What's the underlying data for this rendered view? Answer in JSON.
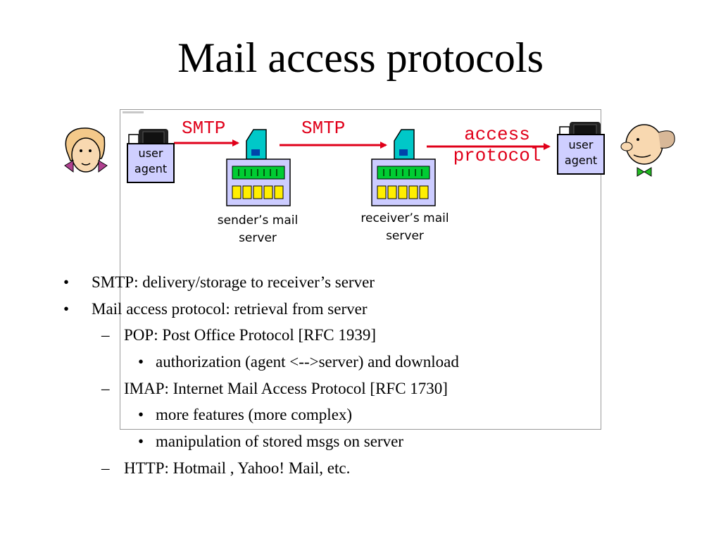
{
  "slide": {
    "title": "Mail access protocols"
  },
  "diagram": {
    "smtp_label_1": "SMTP",
    "smtp_label_2": "SMTP",
    "access_label_line1": "access",
    "access_label_line2": "protocol",
    "user_agent_left": {
      "line1": "user",
      "line2": "agent"
    },
    "user_agent_right": {
      "line1": "user",
      "line2": "agent"
    },
    "sender_server_caption": {
      "line1": "sender’s mail",
      "line2": "server"
    },
    "receiver_server_caption": {
      "line1": "receiver’s mail",
      "line2": "server"
    },
    "colors": {
      "arrow": "#e0001a",
      "user_agent_fill": "#cfcfff",
      "server_body": "#00c8c8",
      "server_rack_led": "#00cc33",
      "server_rack_slot": "#ffee00"
    }
  },
  "bullets": [
    {
      "level": 1,
      "marker": "•",
      "text": "SMTP: delivery/storage to receiver’s server"
    },
    {
      "level": 1,
      "marker": "•",
      "text": "Mail access protocol: retrieval from server"
    },
    {
      "level": 2,
      "marker": "–",
      "text": "POP: Post Office Protocol [RFC 1939]"
    },
    {
      "level": 3,
      "marker": "•",
      "text": "authorization (agent <-->server) and download"
    },
    {
      "level": 2,
      "marker": "–",
      "text": "IMAP: Internet Mail Access Protocol [RFC 1730]"
    },
    {
      "level": 3,
      "marker": "•",
      "text": "more features (more complex)"
    },
    {
      "level": 3,
      "marker": "•",
      "text": "manipulation of stored msgs on server"
    },
    {
      "level": 2,
      "marker": "–",
      "text": "HTTP: Hotmail , Yahoo! Mail, etc."
    }
  ]
}
